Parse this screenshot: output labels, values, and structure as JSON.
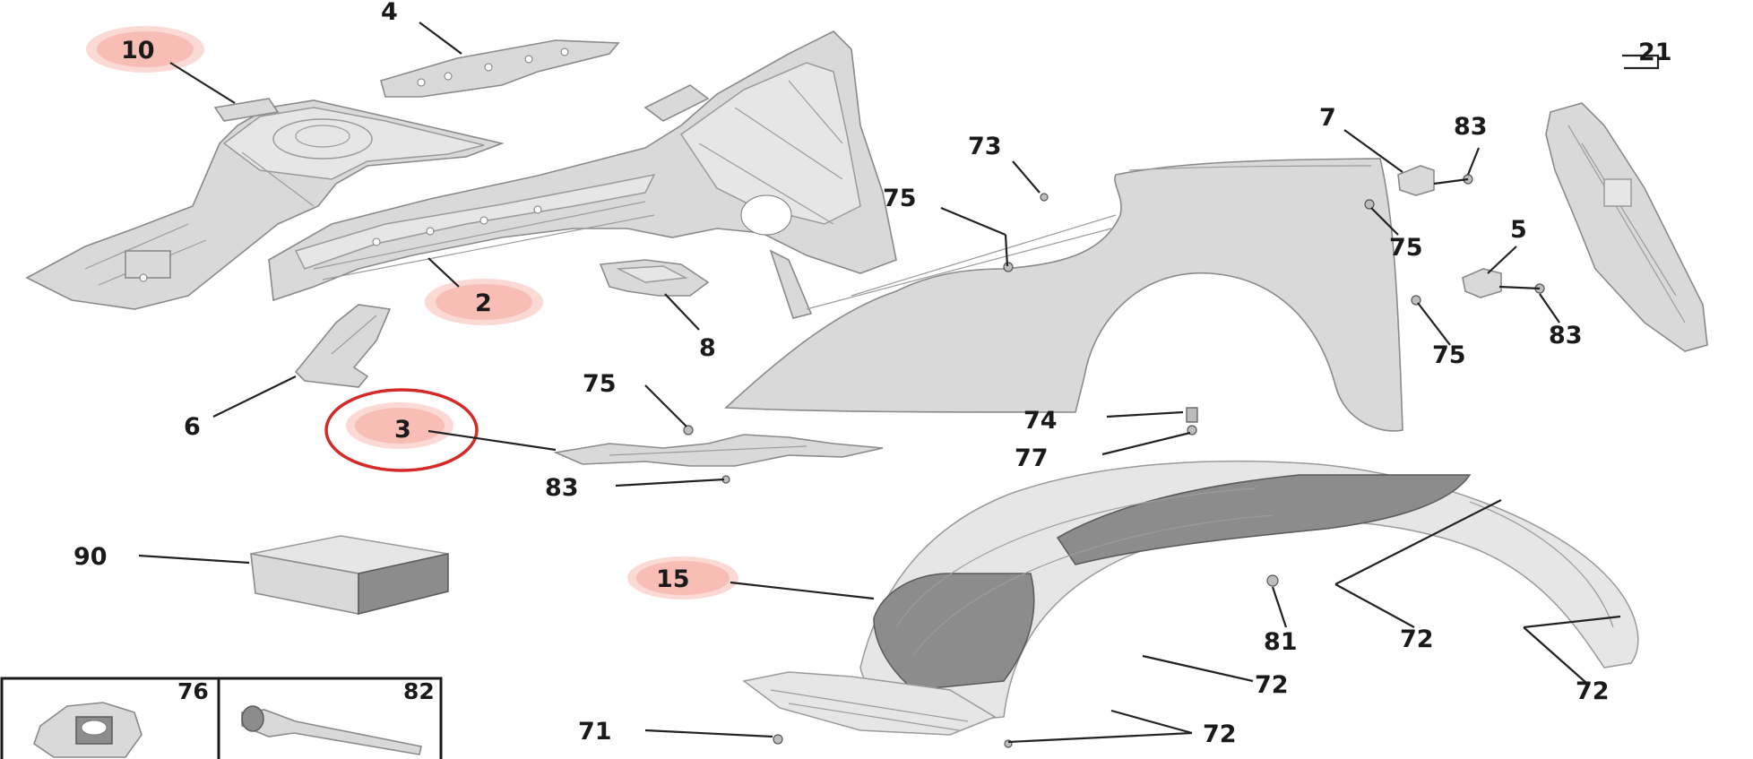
{
  "callouts": {
    "c10": "10",
    "c4": "4",
    "c2": "2",
    "c6": "6",
    "c8": "8",
    "c3": "3",
    "c75a": "75",
    "c83a": "83",
    "c90": "90",
    "c73": "73",
    "c75b": "75",
    "c7": "7",
    "c83b": "83",
    "c75c": "75",
    "c5": "5",
    "c75d": "75",
    "c83c": "83",
    "c21": "21",
    "c74": "74",
    "c77": "77",
    "c15": "15",
    "c81": "81",
    "c72a": "72",
    "c72b": "72",
    "c72c": "72",
    "c72d": "72",
    "c71": "71",
    "c76": "76",
    "c82": "82"
  },
  "highlight_color": "#f7b9b0",
  "marker_color": "#d42a2a"
}
